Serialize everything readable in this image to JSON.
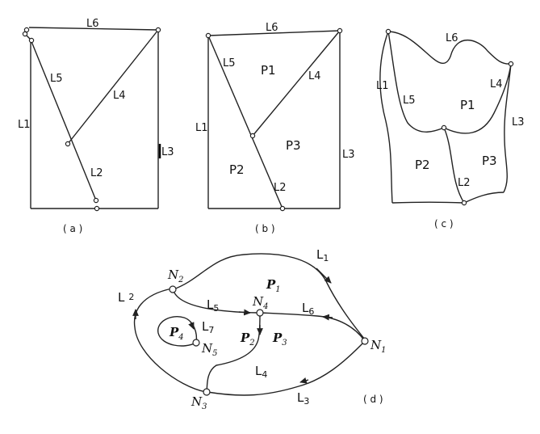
{
  "panels": {
    "a": {
      "caption": "( a )",
      "labels": {
        "L6": "L6",
        "L5": "L5",
        "L4": "L4",
        "L1": "L1",
        "L2": "L2",
        "L3": "L3"
      }
    },
    "b": {
      "caption": "( b )",
      "labels": {
        "L6": "L6",
        "L5": "L5",
        "L4": "L4",
        "L1": "L1",
        "L2": "L2",
        "L3": "L3",
        "P1": "P1",
        "P2": "P2",
        "P3": "P3"
      }
    },
    "c": {
      "caption": "( c )",
      "labels": {
        "L6": "L6",
        "L5": "L5",
        "L4": "L4",
        "L1": "L1",
        "L2": "L2",
        "L3": "L3",
        "P1": "P1",
        "P2": "P2",
        "P3": "P3"
      }
    },
    "d": {
      "caption": "( d )",
      "lines": {
        "L1": "L",
        "L1_sub": "1",
        "L2": "L",
        "L2_sub": "2",
        "L3": "L",
        "L3_sub": "3",
        "L4": "L",
        "L4_sub": "4",
        "L5": "L",
        "L5_sub": "5",
        "L6": "L",
        "L6_sub": "6",
        "L7": "L",
        "L7_sub": "7"
      },
      "nodes": {
        "N1": "N",
        "N1_sub": "1",
        "N2": "N",
        "N2_sub": "2",
        "N3": "N",
        "N3_sub": "3",
        "N4": "N",
        "N4_sub": "4",
        "N5": "N",
        "N5_sub": "5"
      },
      "polygons": {
        "P1": "P",
        "P1_sub": "1",
        "P2": "P",
        "P2_sub": "2",
        "P3": "P",
        "P3_sub": "3",
        "P4": "P",
        "P4_sub": "4"
      }
    }
  }
}
